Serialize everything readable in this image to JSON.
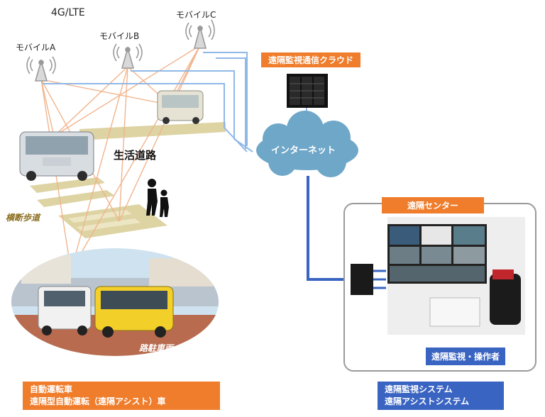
{
  "network_label": "4G/LTE",
  "mobile_stations": [
    {
      "label": "モバイルA"
    },
    {
      "label": "モバイルB"
    },
    {
      "label": "モバイルC"
    }
  ],
  "cloud_label": "遠隔監視通信クラウド",
  "internet_label": "インターネット",
  "road_label": "生活道路",
  "crosswalk_label": "横断歩道",
  "parked_vehicle_label": "路駐車両",
  "center": {
    "title": "遠隔センター",
    "operator_label": "遠隔監視・操作者"
  },
  "vehicle_caption": {
    "line1": "自動運転車",
    "line2": "遠隔型自動運転（遠隔アシスト）車"
  },
  "system_caption": {
    "line1": "遠隔監視システム",
    "line2": "遠隔アシストシステム"
  },
  "colors": {
    "orange": "#ef7d2c",
    "blue": "#3a64c2",
    "link_blue": "#8fb8e8",
    "link_orange": "#f2b48c",
    "road_yellow": "#ddd3a3",
    "cloud": "#6fa7c9"
  }
}
